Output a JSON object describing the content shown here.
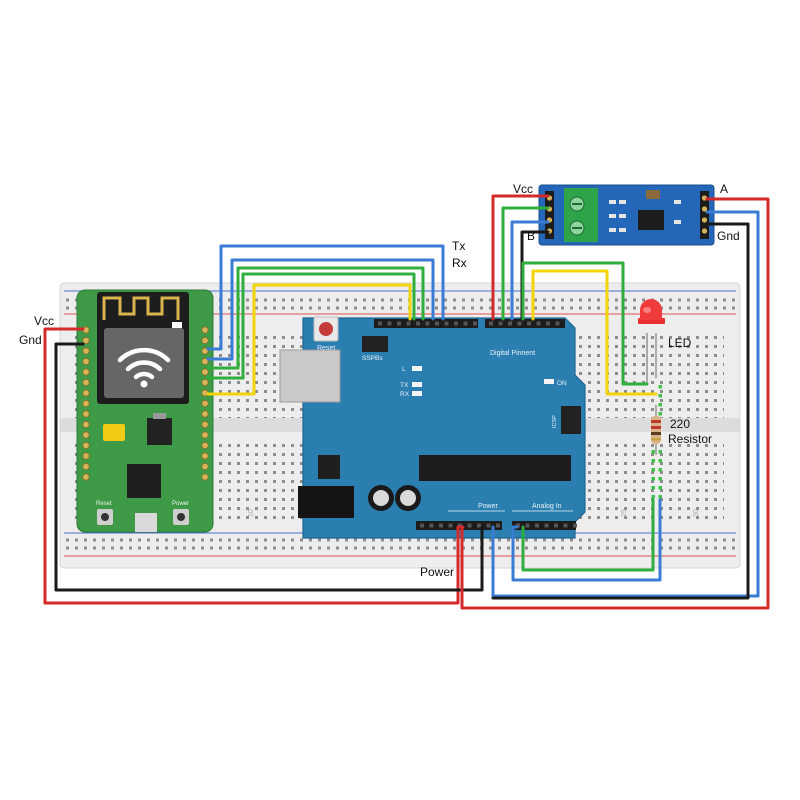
{
  "labels": {
    "vcc_left": "Vcc",
    "gnd_left": "Gnd",
    "tx": "Tx",
    "rx": "Rx",
    "vcc_module": "Vcc",
    "b_module": "B",
    "a_module": "A",
    "gnd_module": "Gnd",
    "led": "LED",
    "resistor_value": "220",
    "resistor": "Resistor",
    "power": "Power"
  },
  "arduino": {
    "reset": "Reset",
    "sspbs": "SSPBs",
    "digital": "Digital Pinnent",
    "power_header": "Power",
    "analog_header": "Analog In",
    "led_l": "L",
    "tx_led": "TX",
    "rx_led": "RX",
    "on": "ON",
    "icsp": "ICSP"
  },
  "esp": {
    "reset": "Reset",
    "power": "Power"
  },
  "breadboard": {
    "col_10": "10",
    "col_25": "25",
    "col_30": "30"
  },
  "colors": {
    "red_wire": "#d42a2a",
    "black_wire": "#1a1a1a",
    "blue_wire": "#3a7bd5",
    "green_wire": "#2fae3c",
    "yellow_wire": "#f2d40a",
    "arduino_board": "#2b7fb0",
    "esp_board": "#3f9a48",
    "rs485_board": "#2467b8"
  }
}
